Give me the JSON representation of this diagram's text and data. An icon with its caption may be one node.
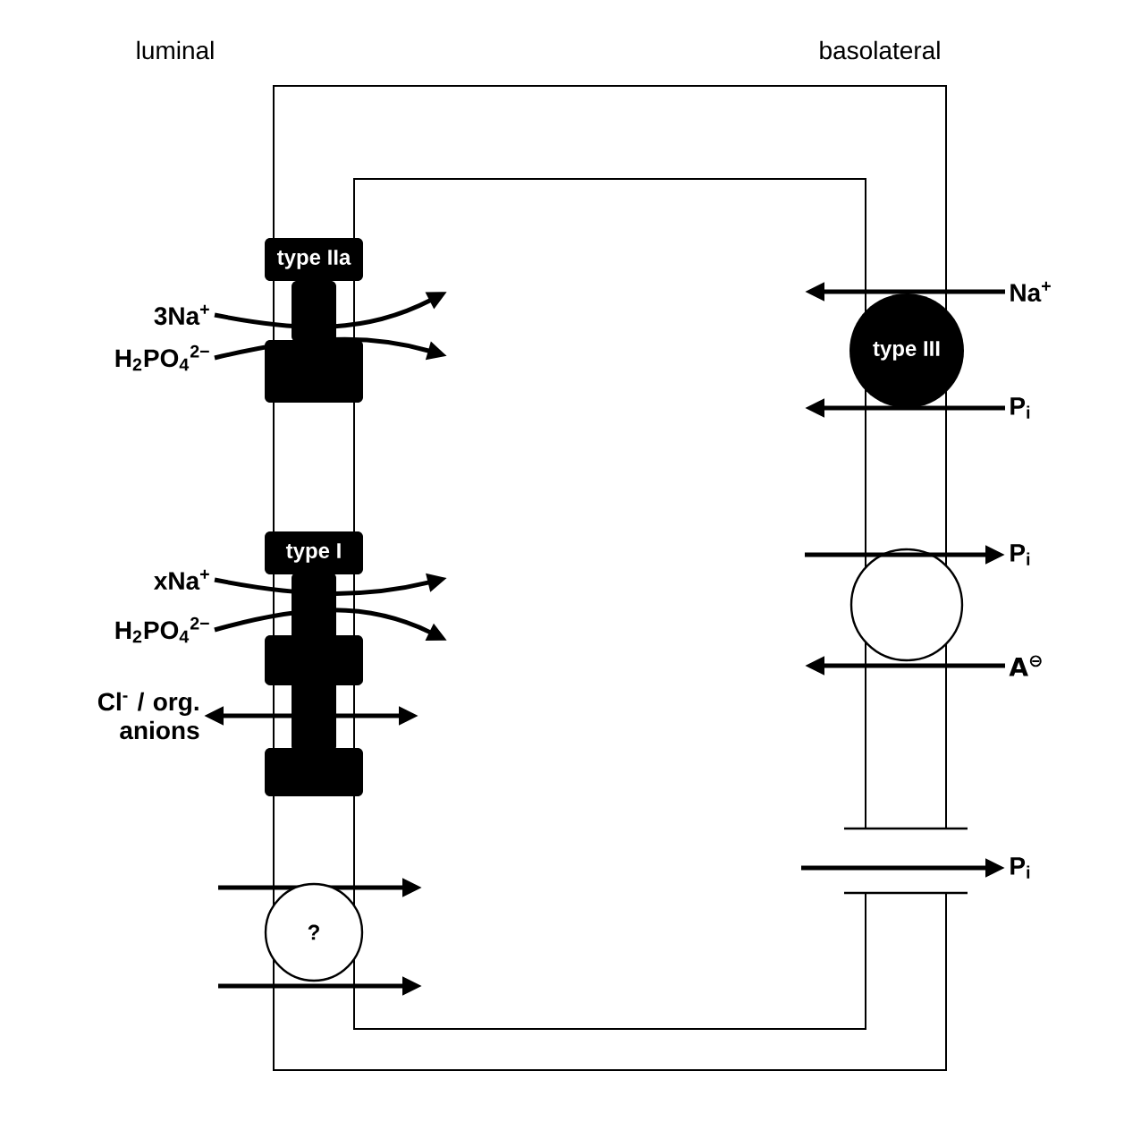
{
  "diagram": {
    "nodes": [
      {
        "text": [
          "type IIa"
        ]
      },
      {
        "text": [
          "3Na$^{+}$"
        ]
      },
      {
        "text": [
          "H$_{2}$PO$_{4}$$^{2−}$"
        ]
      },
      {
        "text": [
          "type I"
        ]
      },
      {
        "text": [
          "xNa$^{+}$"
        ]
      },
      {
        "text": [
          "H$_{2}$PO$_{4}$$^{2−}$"
        ]
      },
      {
        "text": [
          "Cl$^{-}$ / org. anions"
        ]
      },
      {
        "text": [
          "?"
        ]
      },
      {
        "text": [
          "type III"
        ]
      },
      {
        "text": [
          "Na$^{+}$"
        ]
      },
      {
        "text": [
          "P$_{i}$"
        ]
      },
      {
        "text": [],
        "shape": "circle"
      },
      {
        "text": [
          "P$_{i}$"
        ]
      },
      {
        "text": [
          "A$^{⊖}$"
        ]
      },
      {
        "text": [
          "P$_{i}$"
        ]
      }
    ],
    "edges": [
      {
        "from": 1,
        "to": null,
        "arrow": "to"
      },
      {
        "from": 2,
        "to": null,
        "arrow": "to"
      },
      {
        "from": 4,
        "to": null,
        "arrow": "to"
      },
      {
        "from": 5,
        "to": null,
        "arrow": "to"
      },
      {
        "from": 6,
        "to": null,
        "arrow": "both"
      },
      {
        "from": 9,
        "to": null,
        "arrow": "to"
      },
      {
        "from": 10,
        "to": null,
        "arrow": "to"
      },
      {
        "from": null,
        "to": 12,
        "arrow": "to"
      },
      {
        "from": 13,
        "to": null,
        "arrow": "to"
      },
      {
        "from": null,
        "to": 14,
        "arrow": "to"
      }
    ],
    "labels": [
      "luminal",
      "basolateral"
    ]
  }
}
